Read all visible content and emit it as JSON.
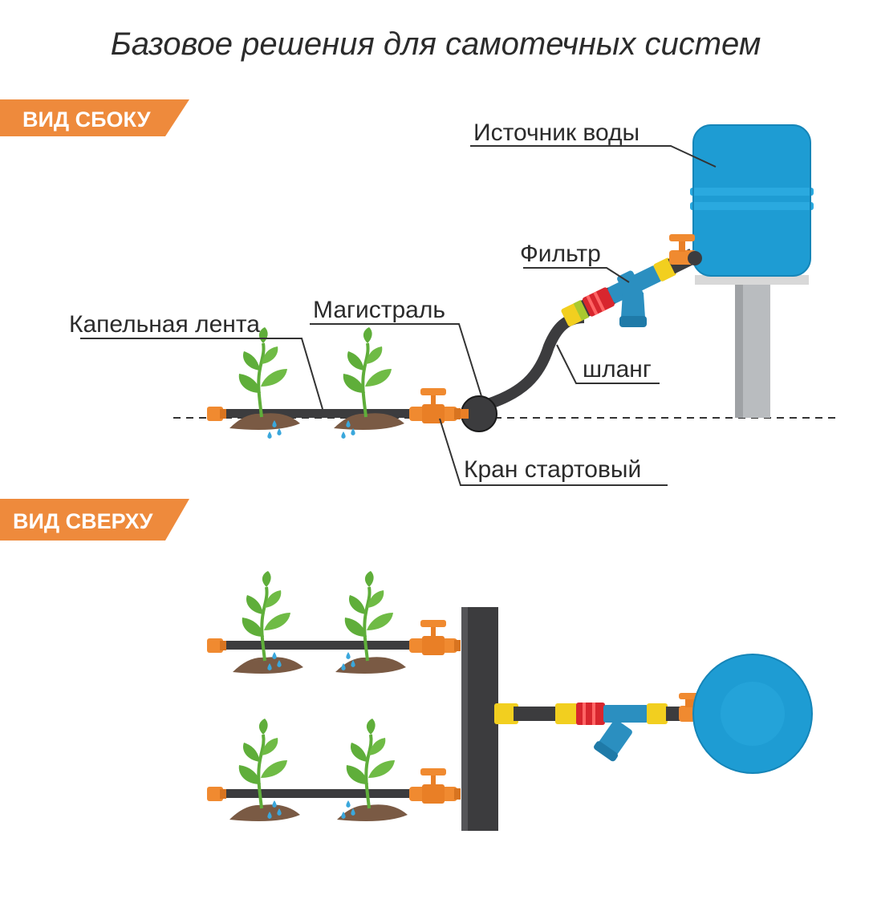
{
  "title": "Базовое решения для самотечных систем",
  "side_view": {
    "banner": "ВИД СБОКУ",
    "labels": {
      "water_source": "Источник воды",
      "filter": "Фильтр",
      "main_line": "Магистраль",
      "drip_tape": "Капельная лента",
      "hose": "шланг",
      "start_valve": "Кран стартовый"
    }
  },
  "top_view": {
    "banner": "ВИД СВЕРХУ"
  },
  "colors": {
    "accent_orange": "#ee8a3c",
    "tank_blue": "#1e9cd3",
    "pipe_dark": "#3c3c3e",
    "fitting_orange": "#f08a30",
    "fitting_yellow": "#f2cf1f",
    "filter_red": "#d8262e",
    "plant_green": "#5fae3a",
    "soil_brown": "#7a5a44",
    "drop_blue": "#3aa7dc"
  }
}
